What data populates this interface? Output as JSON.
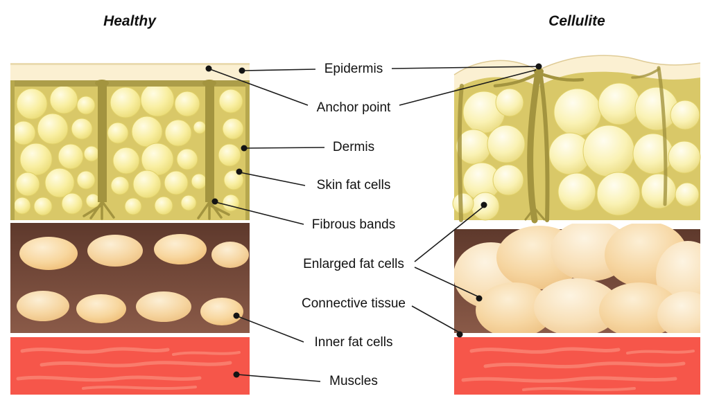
{
  "titles": {
    "left": "Healthy",
    "right": "Cellulite"
  },
  "labels": {
    "epidermis": "Epidermis",
    "anchor_point": "Anchor point",
    "dermis": "Dermis",
    "skin_fat_cells": "Skin fat cells",
    "fibrous_bands": "Fibrous bands",
    "enlarged_fat_cells": "Enlarged fat cells",
    "connective_tissue": "Connective tissue",
    "inner_fat_cells": "Inner fat cells",
    "muscles": "Muscles"
  },
  "colors": {
    "epidermis": "#fbf0d2",
    "dermis_background": "#d9c868",
    "fibrous_band": "#a3943f",
    "fat_cell_light": "#fbf3a6",
    "subcutis_background": "#7a4a39",
    "inner_fat_cell": "#f5cf94",
    "enlarged_fat_cell": "#f6d5a0",
    "muscle": "#f6564a",
    "muscle_streak": "#fa8373",
    "pointer_line": "#1b1b1b"
  }
}
